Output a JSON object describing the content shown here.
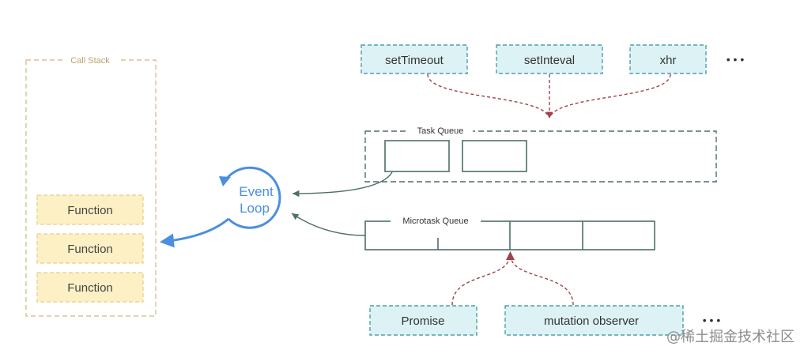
{
  "call_stack": {
    "title": "Call Stack",
    "functions": [
      "Function",
      "Function",
      "Function"
    ]
  },
  "event_loop": {
    "line1": "Event",
    "line2": "Loop"
  },
  "task_queue": {
    "title": "Task Queue"
  },
  "microtask_queue": {
    "title": "Microtask Queue"
  },
  "sources": {
    "set_timeout": "setTimeout",
    "set_inteval": "setInteval",
    "xhr": "xhr",
    "more_top": "• • •"
  },
  "micro_sources": {
    "promise": "Promise",
    "mutation_observer": "mutation observer",
    "more_bottom": "• • •"
  },
  "watermark": "@稀土掘金技术社区",
  "colors": {
    "call_stack_border": "#d8c28f",
    "call_stack_title": "#b8a46a",
    "function_fill": "#fdf0c4",
    "function_border": "#e3cf8d",
    "source_fill": "#ddf2f5",
    "source_border": "#4fa0ab",
    "queue_border": "#4e6e6b",
    "event_loop_blue": "#4a8fe0",
    "dashed_arrow": "#a0434a",
    "solid_arrow": "#4e6e6b"
  }
}
